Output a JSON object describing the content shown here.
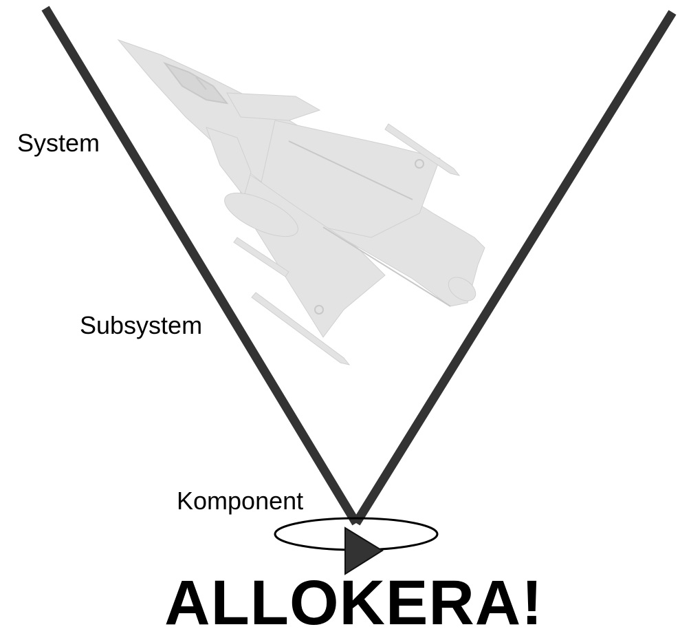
{
  "diagram": {
    "levels": [
      {
        "id": "system",
        "label": "System"
      },
      {
        "id": "subsystem",
        "label": "Subsystem"
      },
      {
        "id": "komponent",
        "label": "Komponent"
      }
    ],
    "headline": "ALLOKERA!",
    "colors": {
      "v_stroke": "#333333",
      "aircraft": "#e3e3e3",
      "aircraft_detail": "#cfcfcf",
      "loop_stroke": "#000000",
      "arrow": "#333333",
      "text": "#000000"
    },
    "icons": {
      "background_image": "fighter-jet-icon",
      "iteration_marker": "iteration-loop-icon"
    }
  }
}
